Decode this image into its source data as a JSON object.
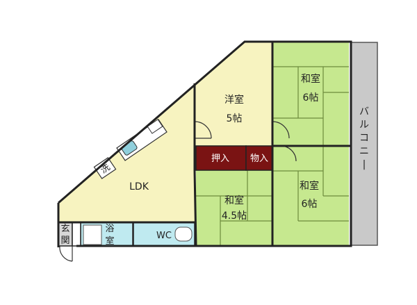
{
  "colors": {
    "ldk": "#f7f3c0",
    "washitsu": "#c6e88f",
    "tatami_line": "#6d8a3c",
    "oshiire": "#7a1313",
    "bath": "#bfeaf0",
    "balcony": "#c9c9c9",
    "wall": "#222222"
  },
  "rooms": {
    "ldk": {
      "label": "LDK"
    },
    "yoshitsu": {
      "name": "洋室",
      "size": "5帖"
    },
    "washitsu_top": {
      "name": "和室",
      "size": "6帖"
    },
    "washitsu_right": {
      "name": "和室",
      "size": "6帖"
    },
    "washitsu_bottom": {
      "name": "和室",
      "size": "4.5帖"
    },
    "oshiire": {
      "label": "押入"
    },
    "monoire": {
      "label": "物入"
    },
    "genkan": {
      "c1": "玄",
      "c2": "関"
    },
    "bath": {
      "c1": "浴",
      "c2": "室"
    },
    "wc": {
      "label": "WC"
    },
    "balcony": {
      "label": "バルコニー"
    },
    "washer": {
      "label": "洗"
    }
  }
}
